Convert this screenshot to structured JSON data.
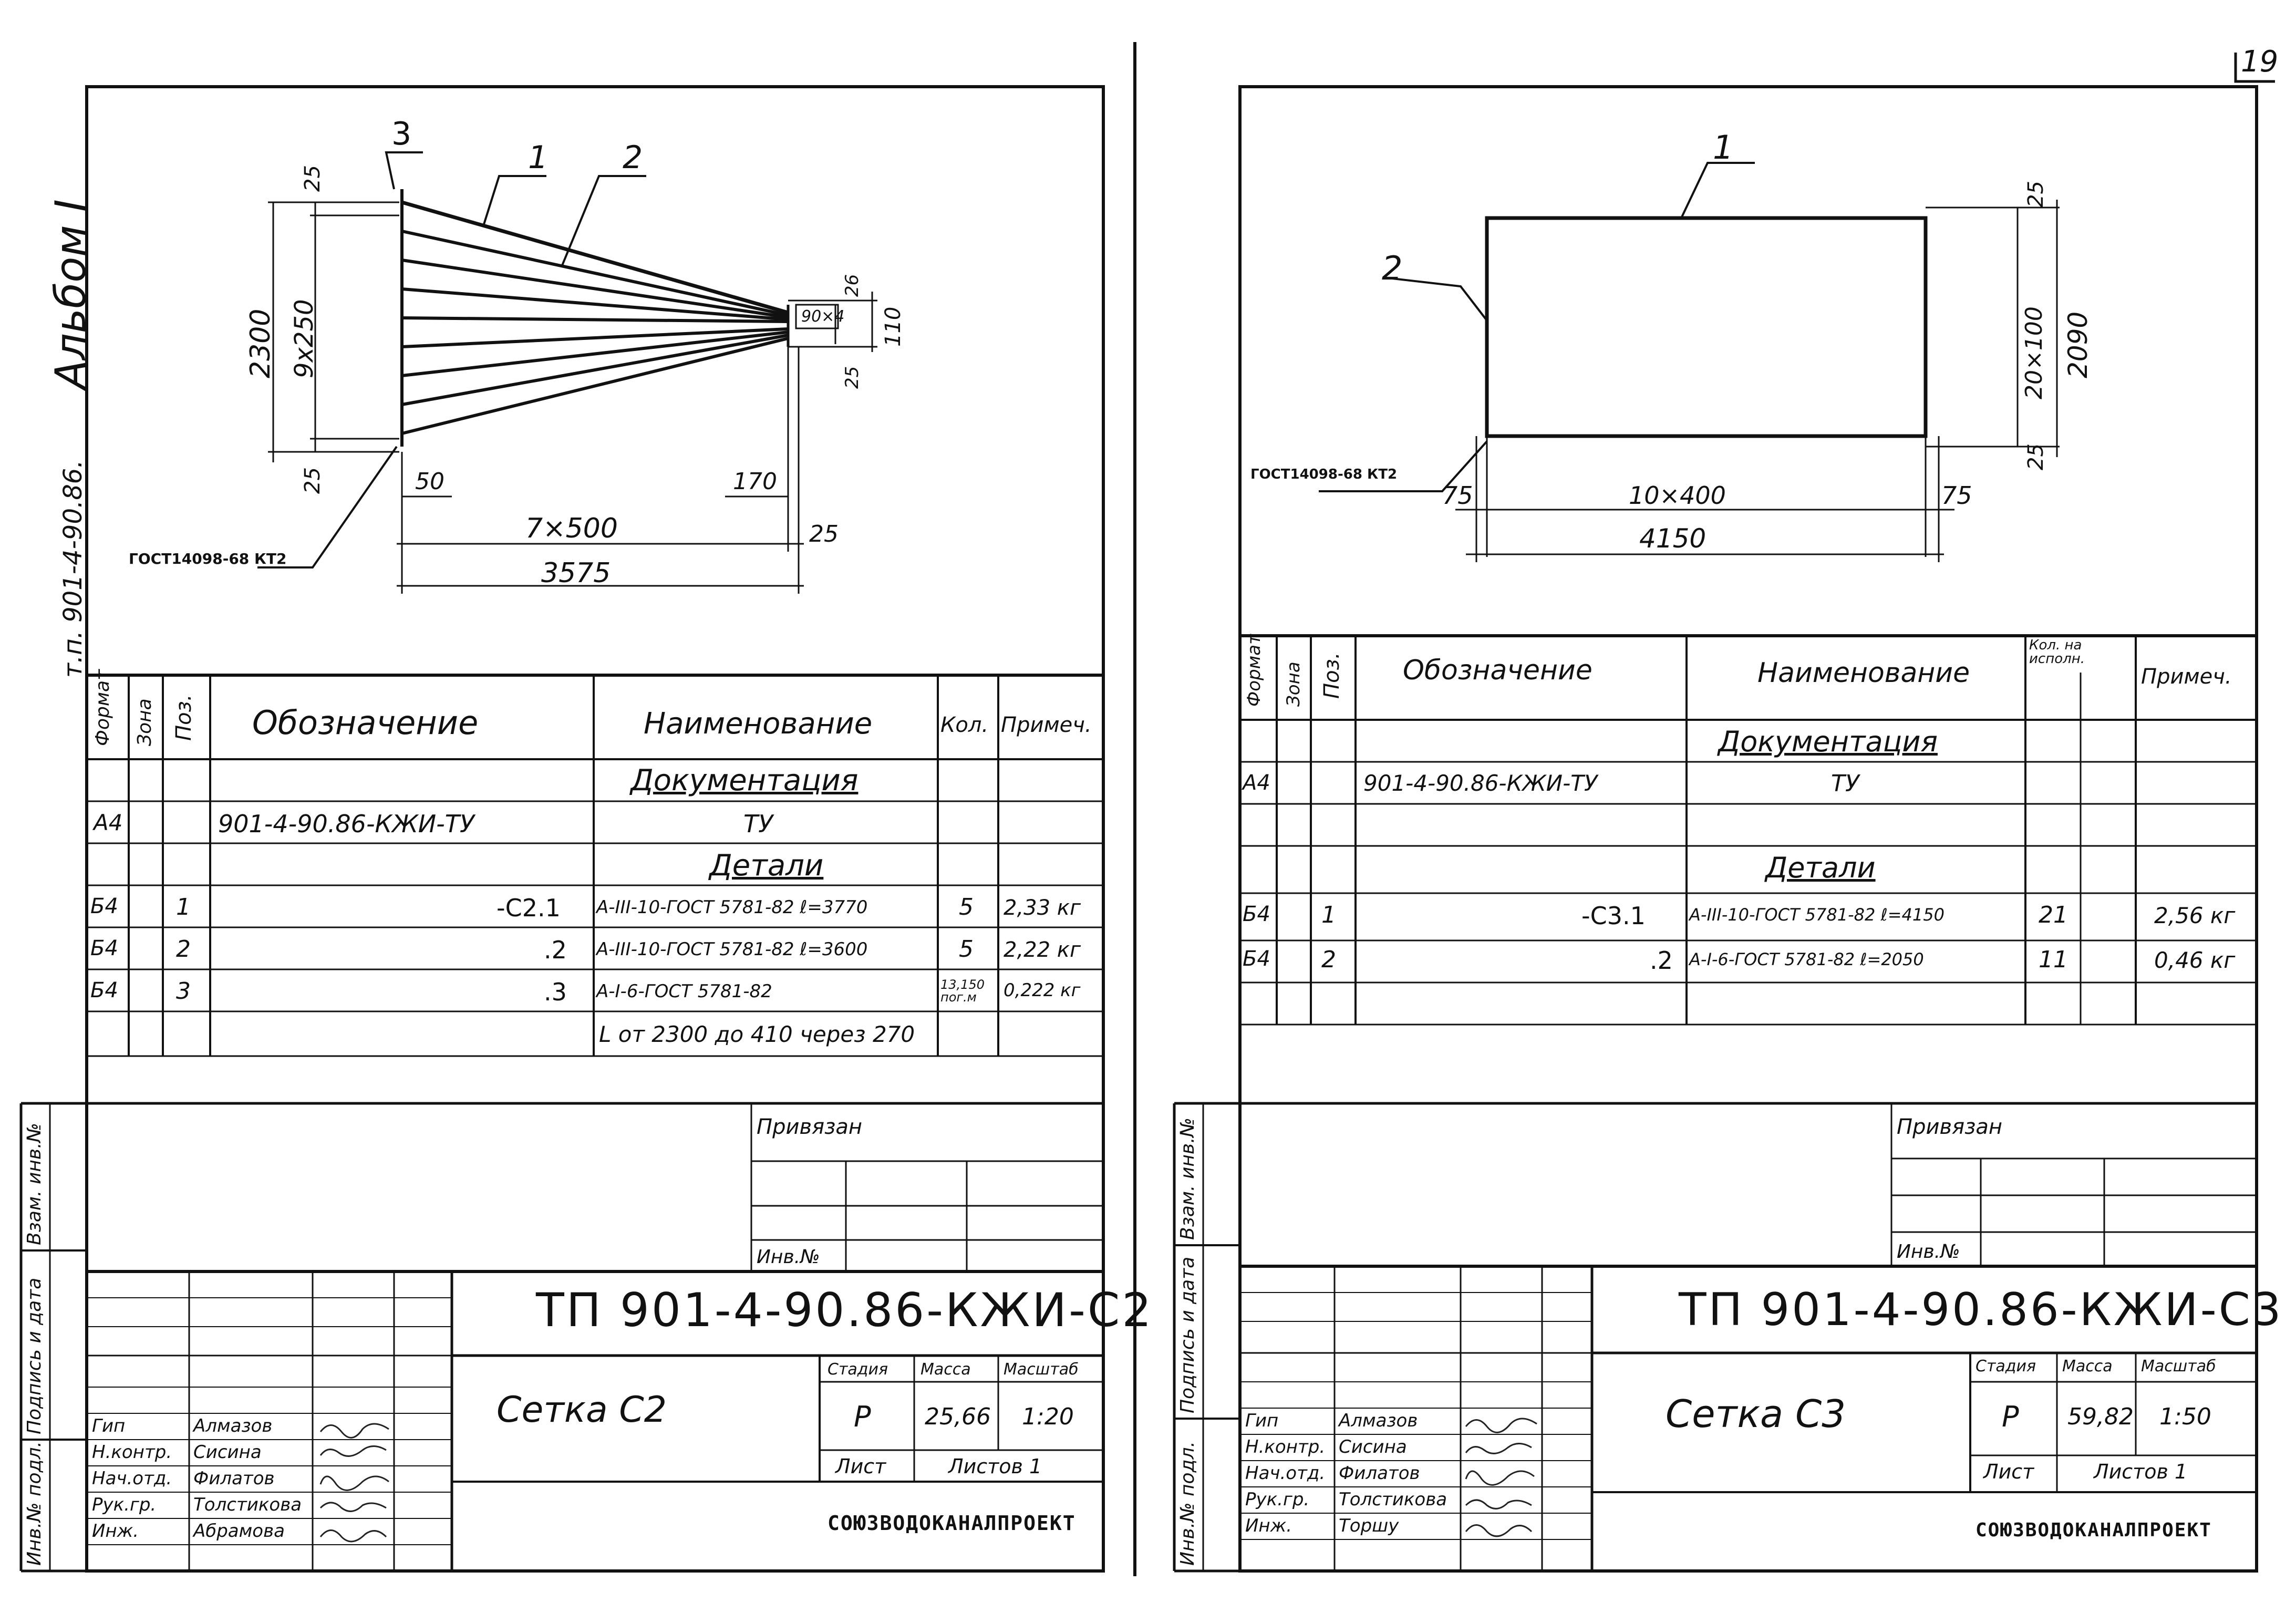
{
  "page_number": "19",
  "album_label": "Альбом I",
  "project_code": "т.п. 901-4-90.86.",
  "left_sheet": {
    "drawing": {
      "callouts": [
        "3",
        "1",
        "2"
      ],
      "dims": {
        "d2300": "2300",
        "d9x250": "9х250",
        "d25a": "25",
        "d25b": "25",
        "d90x4": "90×4",
        "d110": "110",
        "d26": "26",
        "d25c": "25",
        "d50": "50",
        "d170": "170",
        "d7x500": "7×500",
        "d25d": "25",
        "d3575": "3575"
      },
      "gost": "ГОСТ14098-68 КТ2"
    },
    "spec": {
      "headers": [
        "Формат",
        "Зона",
        "Поз.",
        "Обозначение",
        "Наименование",
        "Кол.",
        "Примеч."
      ],
      "section_docs": "Документация",
      "section_details": "Детали",
      "rows": [
        {
          "format": "А4",
          "zone": "",
          "pos": "",
          "designation": "901-4-90.86-КЖИ-ТУ",
          "name": "ТУ",
          "qty": "",
          "note": ""
        },
        {
          "format": "Б4",
          "zone": "",
          "pos": "1",
          "designation": "-С2.1",
          "name": "А-III-10-ГОСТ 5781-82 ℓ=3770",
          "qty": "5",
          "note": "2,33 кг"
        },
        {
          "format": "Б4",
          "zone": "",
          "pos": "2",
          "designation": ".2",
          "name": "А-III-10-ГОСТ 5781-82 ℓ=3600",
          "qty": "5",
          "note": "2,22 кг"
        },
        {
          "format": "Б4",
          "zone": "",
          "pos": "3",
          "designation": ".3",
          "name": "А-I-6-ГОСТ 5781-82",
          "qty": "13,150 пог.м",
          "note": "0,222 кг"
        },
        {
          "format": "",
          "zone": "",
          "pos": "",
          "designation": "",
          "name": "L от 2300 до 410 через 270",
          "qty": "",
          "note": ""
        }
      ]
    },
    "side_labels": [
      "Инв.№ подл.",
      "Подпись и дата",
      "Взам. инв.№"
    ],
    "privyazan": "Привязан",
    "inv": "Инв.№",
    "code": "ТП 901-4-90.86-КЖИ-С2",
    "title": "Сетка С2",
    "stage_hdr": "Стадия",
    "mass_hdr": "Масса",
    "scale_hdr": "Масштаб",
    "stage": "Р",
    "mass": "25,66",
    "scale": "1:20",
    "sheet_lbl": "Лист",
    "sheets_lbl": "Листов 1",
    "org": "СОЮЗВОДОКАНАЛПРОЕКТ",
    "staff": [
      {
        "role": "Гип",
        "name": "Алмазов"
      },
      {
        "role": "Н.контр.",
        "name": "Сисина"
      },
      {
        "role": "Нач.отд.",
        "name": "Филатов"
      },
      {
        "role": "Рук.гр.",
        "name": "Толстикова"
      },
      {
        "role": "Инж.",
        "name": "Абрамова"
      }
    ]
  },
  "right_sheet": {
    "drawing": {
      "callouts": [
        "1",
        "2"
      ],
      "dims": {
        "d25a": "25",
        "d20x100": "20×100",
        "d2090": "2090",
        "d25b": "25",
        "d75a": "75",
        "d10x400": "10×400",
        "d75b": "75",
        "d4150": "4150"
      },
      "gost": "ГОСТ14098-68 КТ2"
    },
    "spec": {
      "headers": [
        "Формат",
        "Зона",
        "Поз.",
        "Обозначение",
        "Наименование",
        "Кол. на исполн.",
        "Примеч."
      ],
      "section_docs": "Документация",
      "section_details": "Детали",
      "rows": [
        {
          "format": "А4",
          "zone": "",
          "pos": "",
          "designation": "901-4-90.86-КЖИ-ТУ",
          "name": "ТУ",
          "qty": "",
          "note": ""
        },
        {
          "format": "Б4",
          "zone": "",
          "pos": "1",
          "designation": "-С3.1",
          "name": "А-III-10-ГОСТ 5781-82 ℓ=4150",
          "qty": "21",
          "note": "2,56 кг"
        },
        {
          "format": "Б4",
          "zone": "",
          "pos": "2",
          "designation": ".2",
          "name": "А-I-6-ГОСТ 5781-82 ℓ=2050",
          "qty": "11",
          "note": "0,46 кг"
        }
      ]
    },
    "side_labels": [
      "Инв.№ подл.",
      "Подпись и дата",
      "Взам. инв.№"
    ],
    "privyazan": "Привязан",
    "inv": "Инв.№",
    "code": "ТП 901-4-90.86-КЖИ-С3",
    "title": "Сетка С3",
    "stage_hdr": "Стадия",
    "mass_hdr": "Масса",
    "scale_hdr": "Масштаб",
    "stage": "Р",
    "mass": "59,82",
    "scale": "1:50",
    "sheet_lbl": "Лист",
    "sheets_lbl": "Листов 1",
    "org": "СОЮЗВОДОКАНАЛПРОЕКТ",
    "staff": [
      {
        "role": "Гип",
        "name": "Алмазов"
      },
      {
        "role": "Н.контр.",
        "name": "Сисина"
      },
      {
        "role": "Нач.отд.",
        "name": "Филатов"
      },
      {
        "role": "Рук.гр.",
        "name": "Толстикова"
      },
      {
        "role": "Инж.",
        "name": "Торшу"
      }
    ]
  }
}
